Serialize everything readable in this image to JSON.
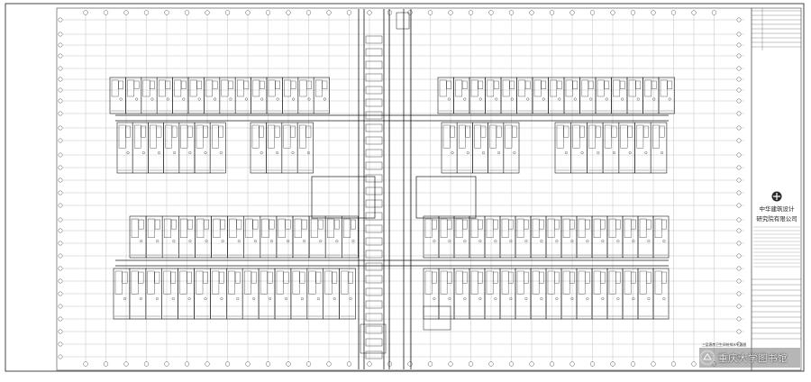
{
  "title_block": {
    "company_line1": "中华建筑设计",
    "company_line2": "研究院有限公司",
    "drawing_title": "三层客房卫生间给排水平面图"
  },
  "watermark": {
    "text": "重庆大学图书馆"
  },
  "colors": {
    "paper": "#ffffff",
    "ink": "#1a1a1a",
    "grid": "#9a9a9a"
  }
}
